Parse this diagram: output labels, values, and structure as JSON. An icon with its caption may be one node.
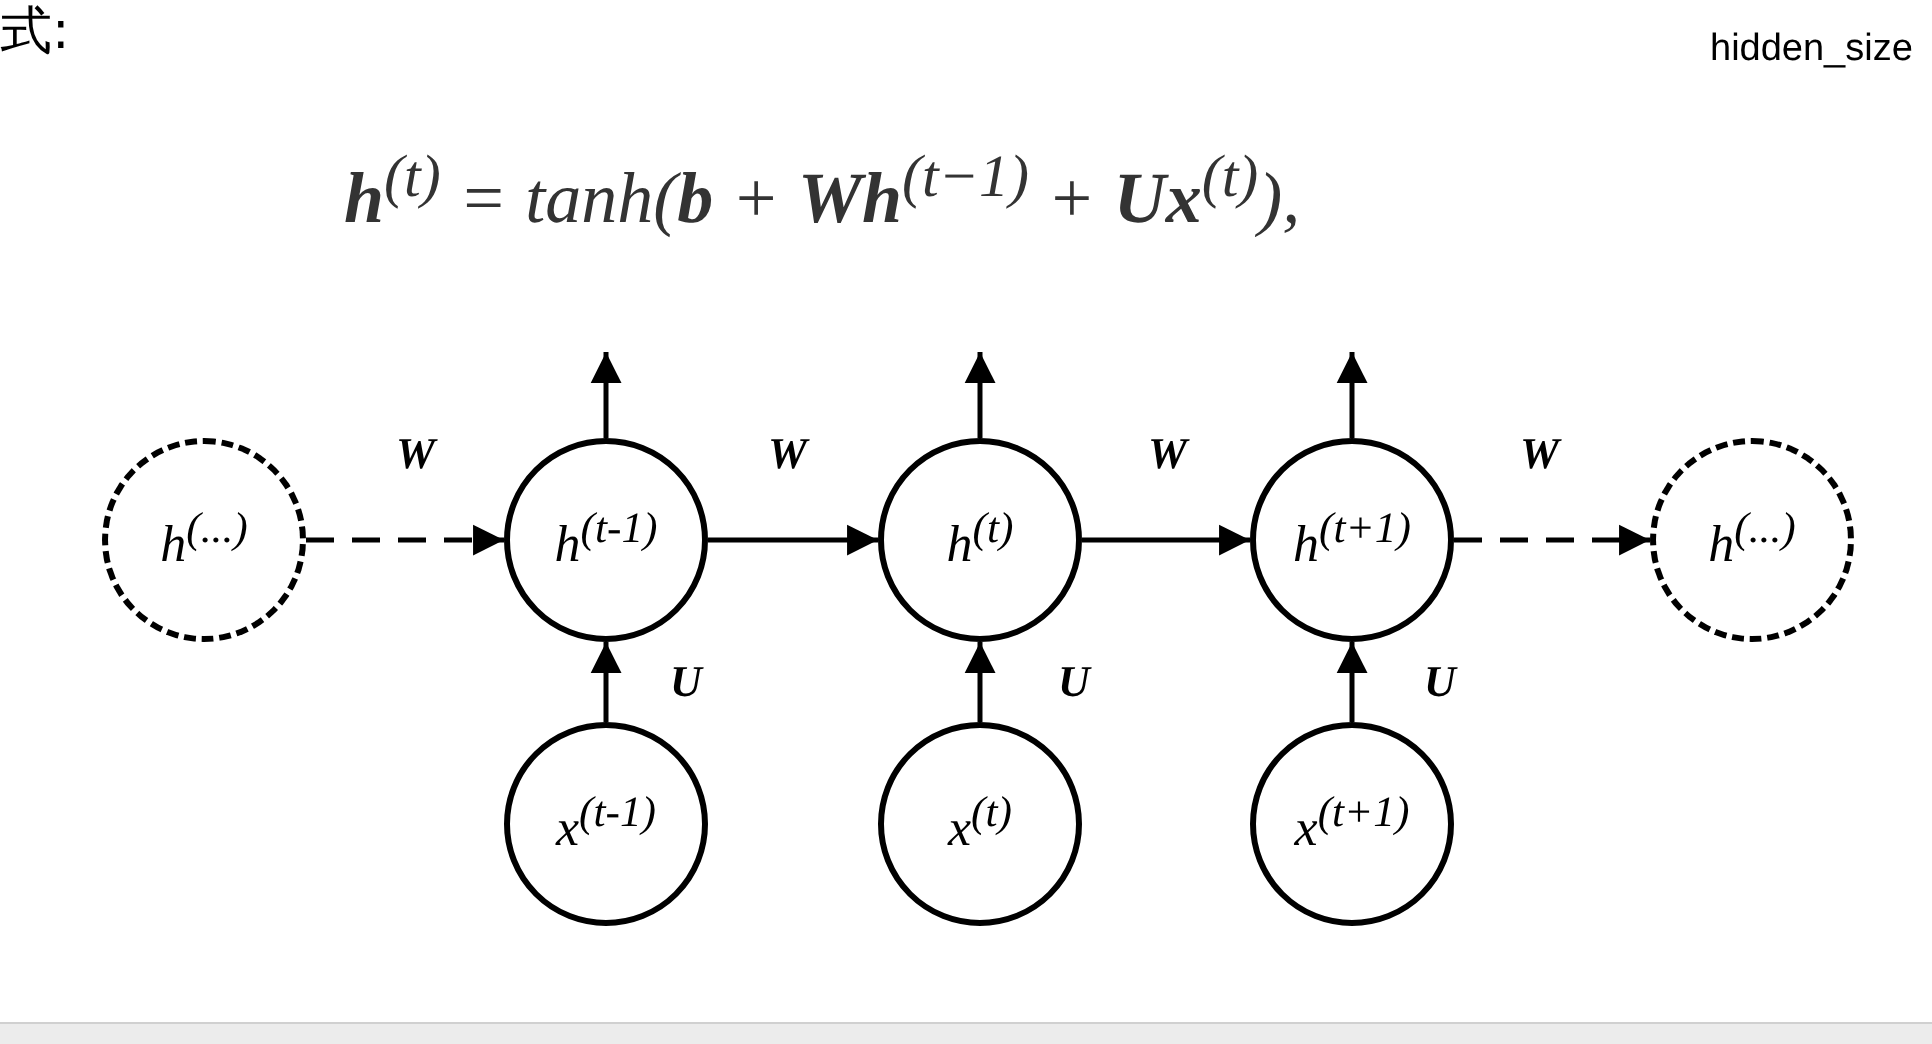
{
  "diagram": {
    "nodes": [
      {
        "text": [
          "h$^{(...)}$"
        ]
      },
      {
        "text": [
          "h$^{(t-1)}$"
        ]
      },
      {
        "text": [
          "h$^{(t)}$"
        ]
      },
      {
        "text": [
          "h$^{(t+1)}$"
        ]
      },
      {
        "text": [
          "h$^{(...)}$"
        ]
      },
      {
        "text": [
          "x$^{(t-1)}$"
        ]
      },
      {
        "text": [
          "x$^{(t)}$"
        ]
      },
      {
        "text": [
          "x$^{(t+1)}$"
        ]
      }
    ],
    "edges": [
      {
        "from": 0,
        "to": 1,
        "arrow": "to",
        "style": "dashed",
        "label": "W"
      },
      {
        "from": 1,
        "to": 2,
        "arrow": "to",
        "label": "W"
      },
      {
        "from": 2,
        "to": 3,
        "arrow": "to",
        "label": "W"
      },
      {
        "from": 3,
        "to": 4,
        "arrow": "to",
        "style": "dashed",
        "label": "W"
      },
      {
        "from": 5,
        "to": 1,
        "arrow": "to",
        "label": "U"
      },
      {
        "from": 6,
        "to": 2,
        "arrow": "to",
        "label": "U"
      },
      {
        "from": 7,
        "to": 3,
        "arrow": "to",
        "label": "U"
      },
      {
        "from": 1,
        "to": null,
        "arrow": "to"
      },
      {
        "from": 2,
        "to": null,
        "arrow": "to"
      },
      {
        "from": 3,
        "to": null,
        "arrow": "to"
      }
    ],
    "labels": [
      "式:",
      "hidden_size",
      "**h**$^{(t)}$ = tanh(**b** + **Wh**$^{(t−1)}$ + **Ux**$^{(t)}$),"
    ]
  }
}
